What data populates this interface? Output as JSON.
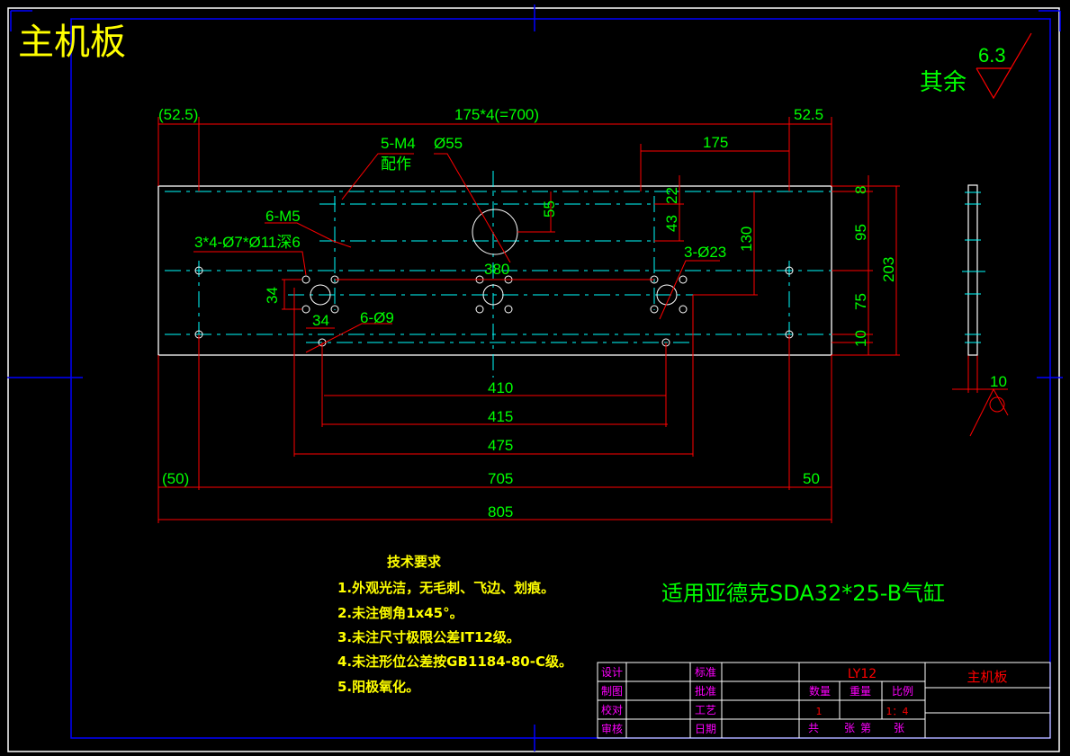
{
  "drawing": {
    "title": "主机板",
    "roughness": {
      "label": "其余",
      "value": "6.3"
    },
    "cylinder_note": "适用亚德克SDA32*25-B气缸",
    "colors": {
      "background": "#000000",
      "outline": "#ffffff",
      "centerline": "#00ffff",
      "dimension": "#ff0000",
      "dimension_text": "#00ff00",
      "frame": "#0000ff",
      "title_text": "#ffff00",
      "table_label": "#ff00ff"
    }
  },
  "dimensions": {
    "top_left_ref": "(52.5)",
    "top_span": "175*4(=700)",
    "top_right": "52.5",
    "top_175": "175",
    "note_5m4": "5-M4",
    "note_5m4_sub": "配作",
    "note_d55": "Ø55",
    "note_6m5": "6-M5",
    "note_counterbore": "3*4-Ø7*Ø11深6",
    "note_3d23": "3-Ø23",
    "note_6d9": "6-Ø9",
    "dim_380": "380",
    "dim_55": "55",
    "dim_22": "22",
    "dim_43": "43",
    "dim_130": "130",
    "dim_34_v": "34",
    "dim_34_h": "34",
    "right_8": "8",
    "right_95": "95",
    "right_75": "75",
    "right_10": "10",
    "right_203": "203",
    "side_10": "10",
    "dim_410": "410",
    "dim_415": "415",
    "dim_475": "475",
    "bottom_left_ref": "(50)",
    "dim_705": "705",
    "bottom_right": "50",
    "dim_805": "805"
  },
  "tech_requirements": {
    "heading": "技术要求",
    "items": [
      "1.外观光洁，无毛刺、飞边、划痕。",
      "2.未注倒角1x45°。",
      "3.未注尺寸极限公差IT12级。",
      "4.未注形位公差按GB1184-80-C级。",
      "5.阳极氧化。"
    ]
  },
  "title_block": {
    "design": "设计",
    "drafting": "制图",
    "check": "校对",
    "review": "审核",
    "standard": "标准",
    "approve": "批准",
    "process": "工艺",
    "date": "日期",
    "material": "LY12",
    "qty_label": "数量",
    "weight_label": "重量",
    "scale_label": "比例",
    "qty_value": "1",
    "scale_value": "1：4",
    "sheet_total": "共",
    "sheet_zhang": "张",
    "sheet_no": "第",
    "sheet_zhang2": "张",
    "part_name": "主机板"
  }
}
